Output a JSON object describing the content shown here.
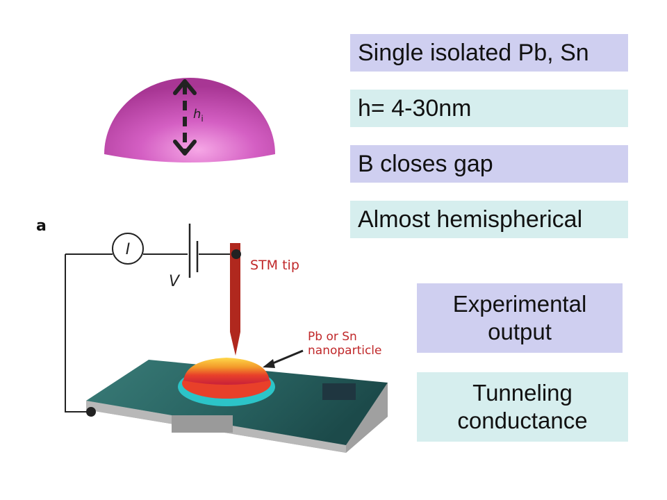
{
  "boxes": [
    {
      "text": "Single isolated Pb, Sn",
      "bg": "#cfcff0"
    },
    {
      "text": "h= 4-30nm",
      "bg": "#d6eeee"
    },
    {
      "text": "B closes gap",
      "bg": "#cfcff0"
    },
    {
      "text": "Almost hemispherical",
      "bg": "#d6eeee"
    },
    {
      "lines": [
        "Experimental",
        "output"
      ],
      "bg": "#cfcff0"
    },
    {
      "lines": [
        "Tunneling",
        "conductance"
      ],
      "bg": "#d6eeee"
    }
  ],
  "hemisphere": {
    "height_label_main": "h",
    "height_label_sub": "i",
    "color": "#cc4fb8"
  },
  "schematic": {
    "panel_label": "a",
    "current_symbol": "I",
    "voltage_symbol": "V",
    "tip_label": "STM tip",
    "particle_label_line1": "Pb or Sn",
    "particle_label_line2": "nanoparticle",
    "tip_color": "#b0281e",
    "label_color": "#c0282a"
  }
}
